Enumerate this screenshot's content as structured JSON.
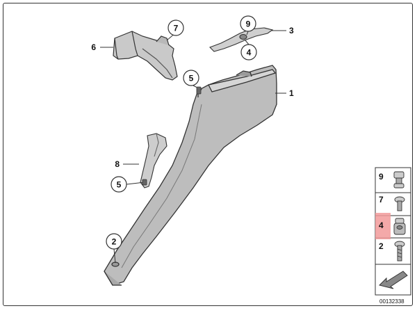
{
  "diagram": {
    "callouts": [
      {
        "id": "c7",
        "label": "7"
      },
      {
        "id": "c9",
        "label": "9"
      },
      {
        "id": "c4top",
        "label": "4"
      },
      {
        "id": "c5top",
        "label": "5"
      },
      {
        "id": "c5mid",
        "label": "5"
      },
      {
        "id": "c2",
        "label": "2"
      }
    ],
    "leader_labels": [
      {
        "id": "l6",
        "label": "6"
      },
      {
        "id": "l3",
        "label": "3"
      },
      {
        "id": "l1",
        "label": "1"
      },
      {
        "id": "l8",
        "label": "8"
      }
    ],
    "legend": {
      "rows": [
        {
          "label": "9",
          "highlighted": false
        },
        {
          "label": "7",
          "highlighted": false
        },
        {
          "label": "4",
          "highlighted": true
        },
        {
          "label": "2",
          "highlighted": false
        }
      ],
      "highlight_color": "#f29a9a"
    },
    "diagram_id": "00132338"
  }
}
